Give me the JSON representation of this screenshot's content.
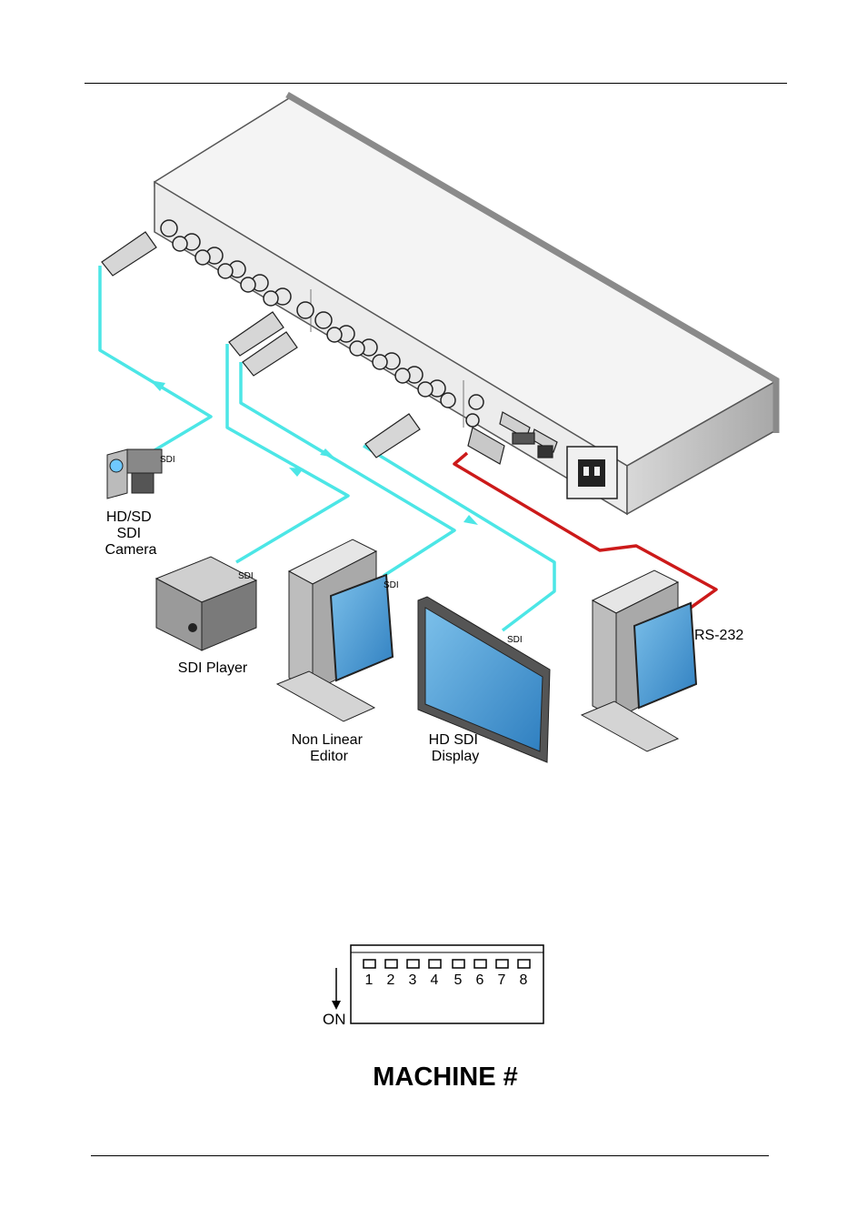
{
  "diagram": {
    "cable_labels": [
      "SDI",
      "SDI",
      "SDI",
      "SDI"
    ],
    "device_labels": {
      "camera": [
        "HD/SD",
        "SDI",
        "Camera"
      ],
      "player": [
        "SDI Player"
      ],
      "editor": [
        "Non Linear",
        "Editor"
      ],
      "display": [
        "HD SDI",
        "Display"
      ],
      "rs232": [
        "RS-232"
      ]
    },
    "colors": {
      "sdi_cable": "#4ce6e6",
      "rs232_cable": "#cc1a1a",
      "chassis": "#ececec",
      "chassis_edge": "#8a8a8a",
      "screen": "#3a8ac8"
    }
  },
  "dip_switch": {
    "numbers": [
      "1",
      "2",
      "3",
      "4",
      "5",
      "6",
      "7",
      "8"
    ],
    "on_label": "ON",
    "title": "MACHINE #"
  }
}
